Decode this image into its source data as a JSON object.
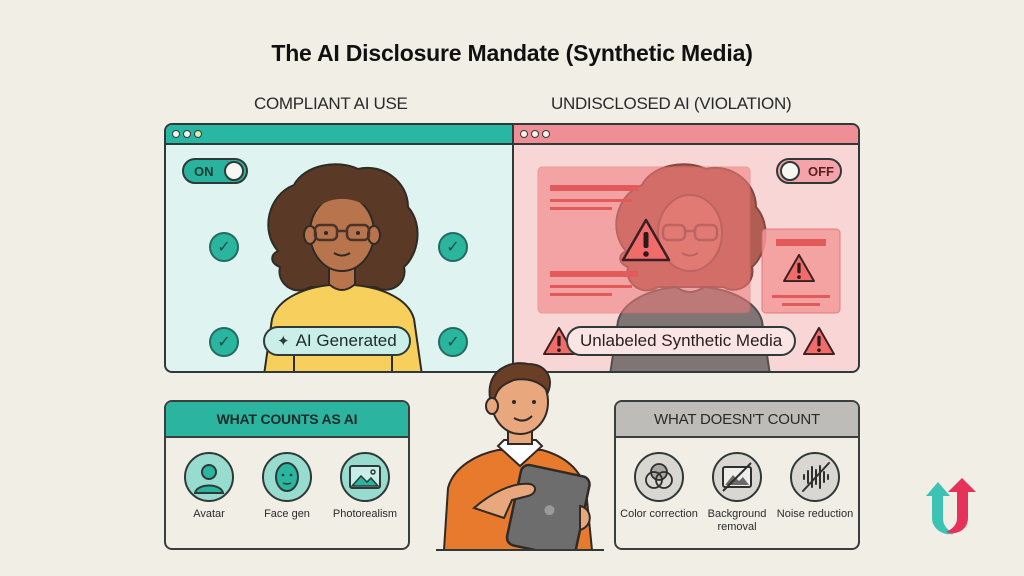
{
  "title": "The AI Disclosure Mandate (Synthetic Media)",
  "sections": {
    "left_label": "COMPLIANT AI USE",
    "right_label": "UNDISCLOSED AI (VIOLATION)"
  },
  "compliant_window": {
    "toggle_label": "ON",
    "toggle_state": "on",
    "badge_icon": "sparkle-icon",
    "badge_label": "AI Generated",
    "check_count": 4,
    "accent_color": "#27b7a3"
  },
  "violation_window": {
    "toggle_label": "OFF",
    "toggle_state": "off",
    "badge_icon": "warning-icon",
    "badge_label": "Unlabeled Synthetic Media",
    "accent_color": "#ef8f95"
  },
  "what_counts": {
    "heading": "WHAT COUNTS AS AI",
    "items": [
      {
        "label": "Avatar",
        "icon": "avatar-icon"
      },
      {
        "label": "Face gen",
        "icon": "face-icon"
      },
      {
        "label": "Photorealism",
        "icon": "image-icon"
      }
    ]
  },
  "what_doesnt_count": {
    "heading": "WHAT DOESN'T COUNT",
    "items": [
      {
        "label": "Color correction",
        "icon": "color-circles-icon"
      },
      {
        "label": "Background removal",
        "icon": "image-crossed-icon"
      },
      {
        "label": "Noise reduction",
        "icon": "soundwave-crossed-icon"
      }
    ]
  },
  "logo": {
    "icon": "up-arrows-logo-icon",
    "colors": [
      "#3cc3b3",
      "#e6315a"
    ]
  }
}
